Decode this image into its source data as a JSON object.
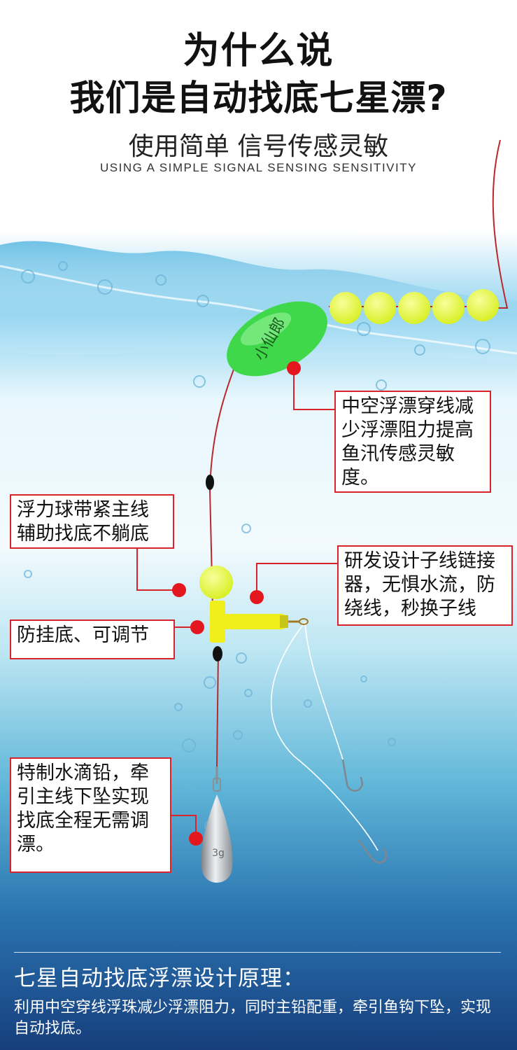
{
  "header": {
    "title_line1": "为什么说",
    "title_line2": "我们是自动找底七星漂?",
    "subtitle_cn": "使用简单 信号传感灵敏",
    "subtitle_en": "USING A SIMPLE SIGNAL SENSING SENSITIVITY"
  },
  "float": {
    "label": "小仙郎",
    "weight_label": "3g"
  },
  "callouts": {
    "hollow_float": "中空浮漂穿线减少浮漂阻力提高鱼汛传感灵敏度。",
    "buoy_ball": "浮力球带紧主线辅助找底不躺底",
    "connector": "研发设计子线链接器，无惧水流，防绕线，秒换子线",
    "anti_snag": "防挂底、可调节",
    "drop_sinker": "特制水滴铅，牵引主线下坠实现找底全程无需调漂。"
  },
  "footer": {
    "principle_title": "七星自动找底浮漂设计原理：",
    "principle_text": "利用中空穿线浮珠减少浮漂阻力，同时主铅配重，牵引鱼钩下坠，实现自动找底。"
  },
  "colors": {
    "accent_red": "#d9232a",
    "float_green": "#3fd84a",
    "bead_yellow": "#e4f53a",
    "water_deep": "#1c4c8a"
  }
}
